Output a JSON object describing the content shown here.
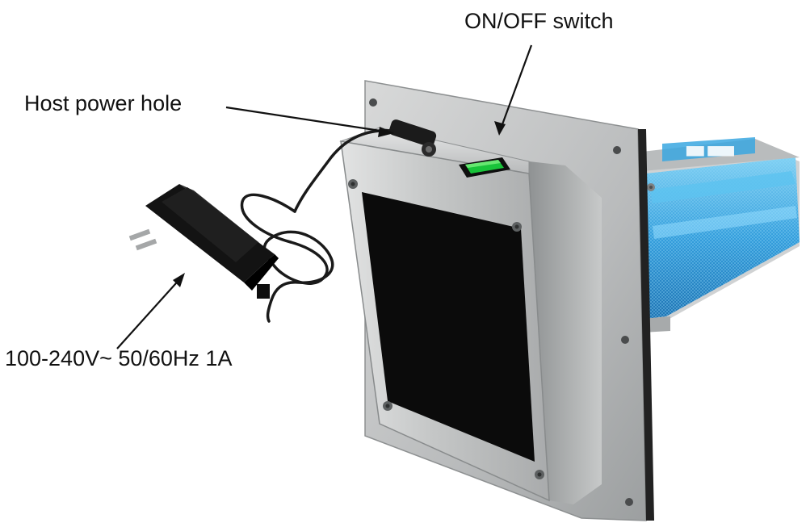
{
  "labels": {
    "switch": "ON/OFF switch",
    "host_power_hole": "Host power hole",
    "adapter_spec": "100-240V~ 50/60Hz 1A"
  },
  "colors": {
    "background": "#ffffff",
    "steel": "#c9cbcb",
    "steel_dark": "#9ea1a2",
    "filter_black": "#0c0c0c",
    "uv_blue": "#3aa7e0",
    "switch_green": "#19c43a",
    "cable": "#1a1a1a",
    "text": "#111111"
  },
  "icons": {
    "arrow": "arrow-line-icon",
    "adapter": "power-adapter-icon",
    "switch": "rocker-switch-icon"
  }
}
